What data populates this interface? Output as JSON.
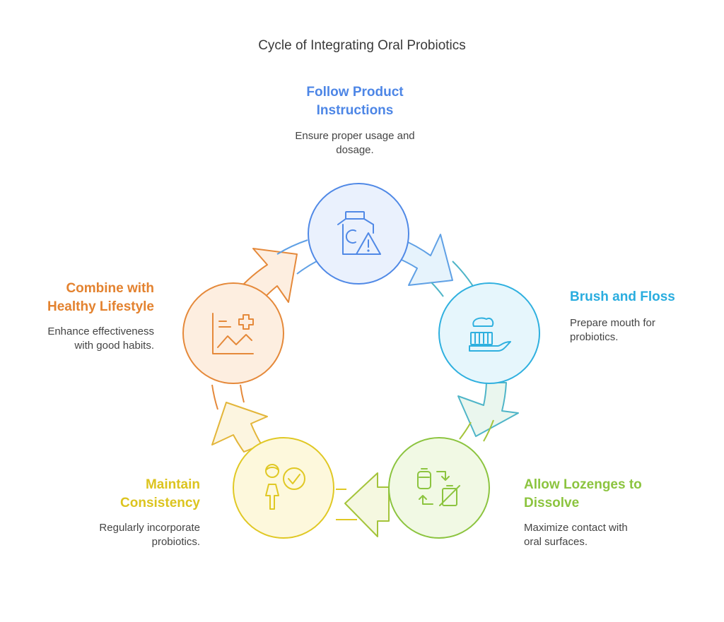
{
  "title": "Cycle of Integrating Oral Probiotics",
  "steps": [
    {
      "title_line1": "Follow Product",
      "title_line2": "Instructions",
      "desc_line1": "Ensure proper usage and",
      "desc_line2": "dosage.",
      "icon": "product-warning-icon",
      "color": "#5089e6",
      "fill": "#eaf1fd"
    },
    {
      "title_line1": "Brush and Floss",
      "title_line2": "",
      "desc_line1": "Prepare mouth for",
      "desc_line2": "probiotics.",
      "icon": "toothbrush-icon",
      "color": "#2fb0df",
      "fill": "#e6f6fc"
    },
    {
      "title_line1": "Allow Lozenges to",
      "title_line2": "Dissolve",
      "desc_line1": "Maximize contact with",
      "desc_line2": "oral surfaces.",
      "icon": "lozenge-dissolve-icon",
      "color": "#8cc43f",
      "fill": "#f1f9e4"
    },
    {
      "title_line1": "Maintain",
      "title_line2": "Consistency",
      "desc_line1": "Regularly incorporate",
      "desc_line2": "probiotics.",
      "icon": "person-check-icon",
      "color": "#e0c824",
      "fill": "#fdf8dc"
    },
    {
      "title_line1": "Combine with",
      "title_line2": "Healthy Lifestyle",
      "desc_line1": "Enhance effectiveness",
      "desc_line2": "with good habits.",
      "icon": "health-chart-icon",
      "color": "#e5893a",
      "fill": "#fdeee0"
    }
  ]
}
